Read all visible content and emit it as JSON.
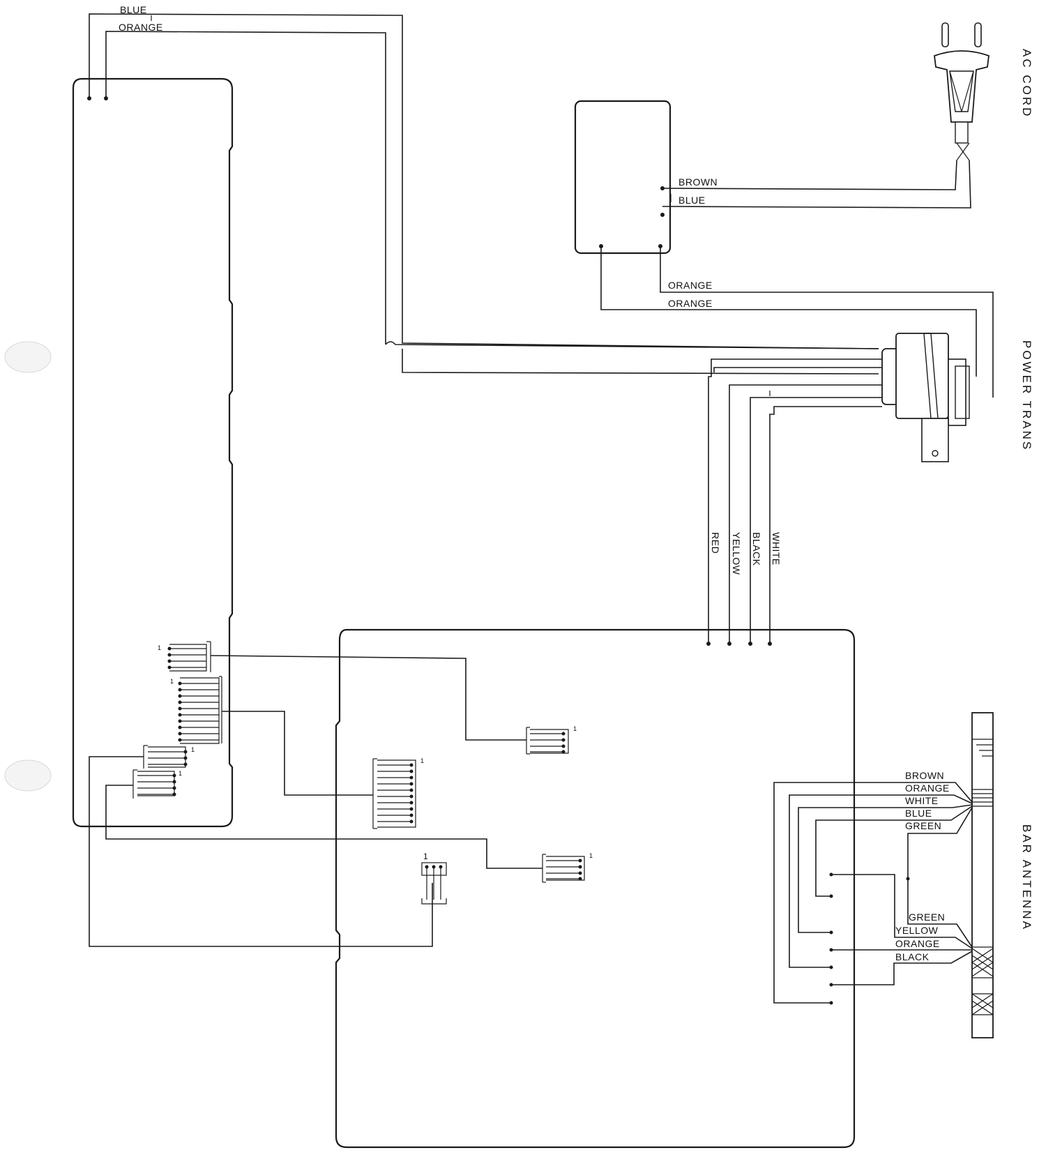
{
  "components": {
    "ac_cord": "AC CORD",
    "power_trans": "POWER TRANS",
    "bar_antenna": "BAR ANTENNA"
  },
  "wires": {
    "top_blue": "BLUE",
    "top_orange": "ORANGE",
    "switch_brown": "BROWN",
    "switch_blue": "BLUE",
    "switch_orange_1": "ORANGE",
    "switch_orange_2": "ORANGE",
    "trans_red": "RED",
    "trans_yellow": "YELLOW",
    "trans_black": "BLACK",
    "trans_white": "WHITE",
    "ant_brown": "BROWN",
    "ant_orange": "ORANGE",
    "ant_white": "WHITE",
    "ant_blue": "BLUE",
    "ant_green": "GREEN",
    "ant2_green": "GREEN",
    "ant2_yellow": "YELLOW",
    "ant2_orange": "ORANGE",
    "ant2_black": "BLACK"
  },
  "connector_pin1": {
    "a": "1",
    "b": "1",
    "c": "1",
    "d": "1",
    "e": "1",
    "f": "1",
    "g": "1",
    "h": "1",
    "i": "1"
  }
}
